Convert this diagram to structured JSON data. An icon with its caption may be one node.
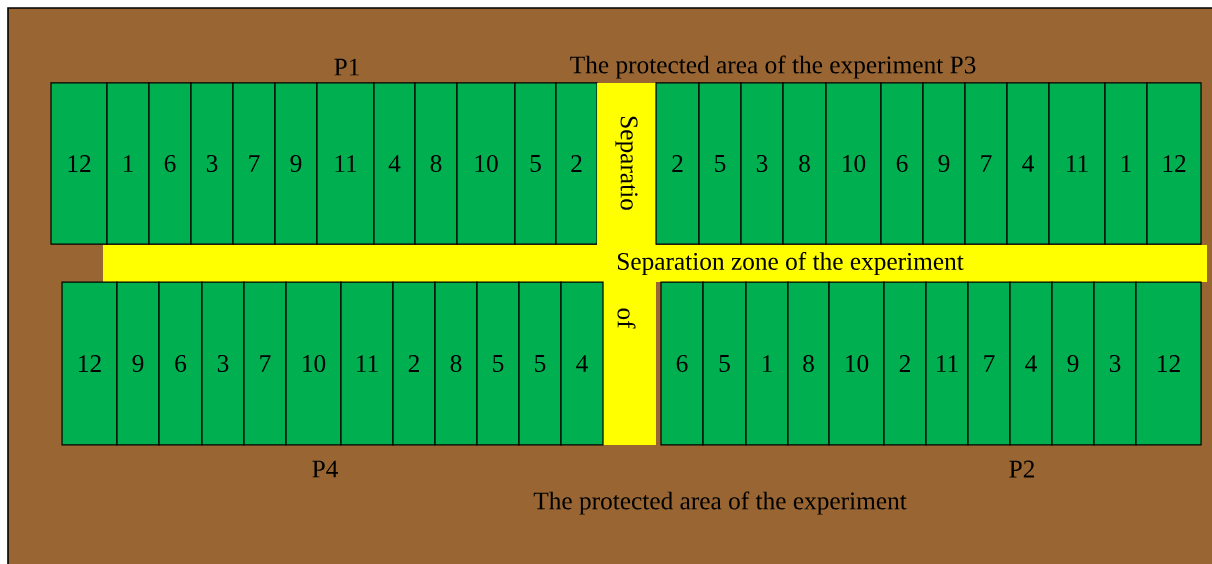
{
  "diagram": {
    "nodes": [
      {
        "text": [
          "12"
        ]
      },
      {
        "text": [
          "1"
        ]
      },
      {
        "text": [
          "6"
        ]
      },
      {
        "text": [
          "3"
        ]
      },
      {
        "text": [
          "7"
        ]
      },
      {
        "text": [
          "9"
        ]
      },
      {
        "text": [
          "11"
        ]
      },
      {
        "text": [
          "4"
        ]
      },
      {
        "text": [
          "8"
        ]
      },
      {
        "text": [
          "10"
        ]
      },
      {
        "text": [
          "5"
        ]
      },
      {
        "text": [
          "2"
        ]
      },
      {
        "text": [
          "Separatio",
          "of"
        ]
      },
      {
        "text": [
          "2"
        ]
      },
      {
        "text": [
          "5"
        ]
      },
      {
        "text": [
          "3"
        ]
      },
      {
        "text": [
          "8"
        ]
      },
      {
        "text": [
          "10"
        ]
      },
      {
        "text": [
          "6"
        ]
      },
      {
        "text": [
          "9"
        ]
      },
      {
        "text": [
          "7"
        ]
      },
      {
        "text": [
          "4"
        ]
      },
      {
        "text": [
          "11"
        ]
      },
      {
        "text": [
          "1"
        ]
      },
      {
        "text": [
          "12"
        ]
      },
      {
        "text": [
          "Separation zone of the experiment"
        ]
      },
      {
        "text": [
          "12"
        ]
      },
      {
        "text": [
          "9"
        ]
      },
      {
        "text": [
          "6"
        ]
      },
      {
        "text": [
          "3"
        ]
      },
      {
        "text": [
          "7"
        ]
      },
      {
        "text": [
          "10"
        ]
      },
      {
        "text": [
          "11"
        ]
      },
      {
        "text": [
          "2"
        ]
      },
      {
        "text": [
          "8"
        ]
      },
      {
        "text": [
          "5"
        ]
      },
      {
        "text": [
          "5"
        ]
      },
      {
        "text": [
          "4"
        ]
      },
      {
        "text": [
          "6"
        ]
      },
      {
        "text": [
          "5"
        ]
      },
      {
        "text": [
          "1"
        ]
      },
      {
        "text": [
          "8"
        ]
      },
      {
        "text": [
          "10"
        ]
      },
      {
        "text": [
          "2"
        ]
      },
      {
        "text": [
          "11"
        ]
      },
      {
        "text": [
          "7"
        ]
      },
      {
        "text": [
          "4"
        ]
      },
      {
        "text": [
          "9"
        ]
      },
      {
        "text": [
          "3"
        ]
      },
      {
        "text": [
          "12"
        ]
      }
    ],
    "labels": [
      "P1",
      "The protected area of the experiment P3",
      "P4",
      "P2",
      "The protected area of the experiment"
    ]
  }
}
